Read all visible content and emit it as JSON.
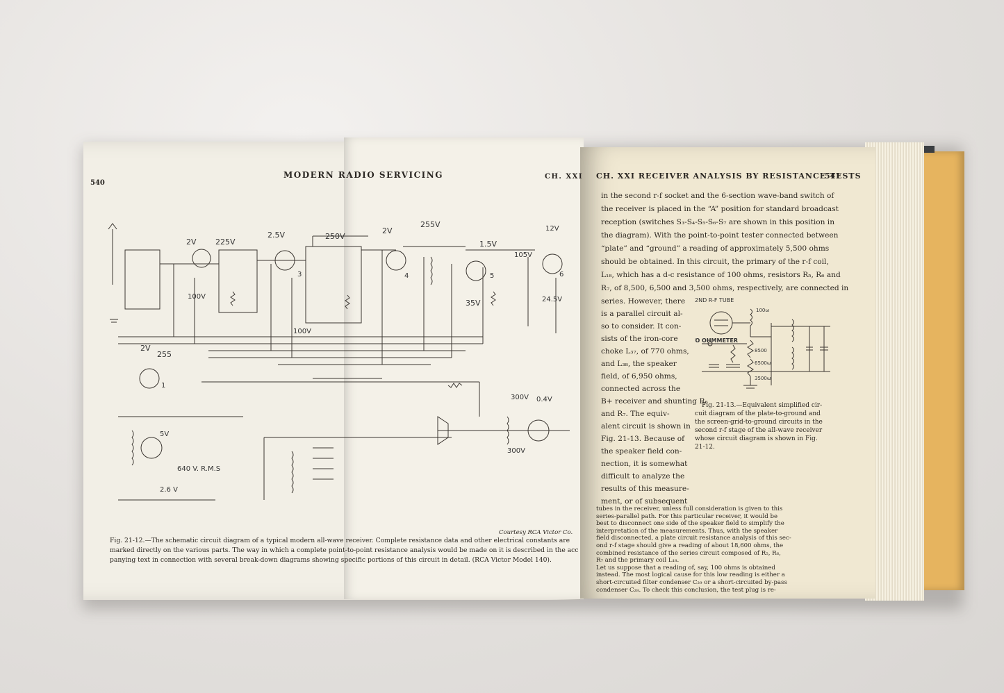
{
  "left_page": {
    "page_number": "540",
    "running_head": "MODERN RADIO SERVICING",
    "running_head_chapter": "CH. XXI",
    "figure_caption_lines": [
      "Fig. 21-12.—The schematic circuit diagram of a typical modern all-wave receiver.  Complete resistance data and other electrical constants are",
      "marked directly on the various parts.  The way in which a complete point-to-point resistance analysis would be made on it is described in the accom-",
      "panying text in connection with several break-down diagrams showing specific portions of this circuit in detail.  (RCA Victor Model 140)."
    ],
    "courtesy": "Courtesy RCA Victor Co.",
    "schematic_labels": [
      "2V",
      "225V",
      "2.5V",
      "250V",
      "2V",
      "255V",
      "1.5V",
      "105V",
      "12V",
      "35V",
      "100V",
      "100V",
      "24.5V",
      "2V",
      "255",
      "300V",
      "300V",
      "0.4V",
      "640 V. R.M.S",
      "2.6 V",
      "5V",
      "1",
      "3",
      "4",
      "5",
      "6"
    ]
  },
  "right_page": {
    "page_number": "541",
    "running_head": "CH. XXI  RECEIVER ANALYSIS BY RESISTANCE TESTS",
    "full_lines": [
      "in the second r-f socket and the 6-section wave-band switch of",
      "the receiver is placed in the “A” position for standard broadcast",
      "reception (switches S₃-S₄-S₅-S₆-S₇ are shown in this position in",
      "the diagram).  With the point-to-point tester connected between",
      "“plate” and “ground” a reading of approximately 5,500 ohms",
      "should be obtained.  In this circuit, the primary of the r-f coil,",
      "L₁₈, which has a d-c resistance of 100 ohms, resistors R₅, R₆ and",
      "R₇, of 8,500, 6,500 and 3,500 ohms, respectively, are connected in"
    ],
    "narrow_lines": [
      "series.  However, there",
      "is a parallel circuit al-",
      "so to consider.  It con-",
      "sists of the iron-core",
      "choke L₃₇, of 770 ohms,",
      "and L₃₈, the speaker",
      "field, of 6,950 ohms,",
      "connected across the",
      "B+ receiver and shunting R₆",
      "and R₇.  The equiv-",
      "alent circuit is shown in",
      "Fig. 21-13.  Because of",
      "the speaker field con-",
      "nection, it is somewhat",
      "difficult to analyze the",
      "results of this measure-",
      "ment, or of subsequent"
    ],
    "figure_13_caption": [
      "Fig. 21-13.—Equivalent simplified cir-",
      "cuit diagram of the plate-to-ground and",
      "the screen-grid-to-ground circuits in the",
      "second r-f stage of the all-wave receiver",
      "whose circuit diagram is shown in Fig.",
      "21-12."
    ],
    "figure_13_labels": [
      "2ND R-F TUBE",
      "TO OHMMETER",
      "8500",
      "6500ω",
      "3500ω",
      "100ω"
    ],
    "bottom_lines": [
      "tubes in the receiver, unless full consideration is given to this",
      "series-parallel path.  For this particular receiver, it would be",
      "best to disconnect one side of the speaker field to simplify the",
      "interpretation of the measurements.  Thus, with the speaker",
      "field disconnected, a plate circuit resistance analysis of this sec-",
      "ond r-f stage should give a reading of about 18,600 ohms, the",
      "combined resistance of the series circuit composed of R₅, R₆,",
      "R₇ and the primary coil L₁₈.",
      "    Let us suppose that a reading of, say, 100 ohms is obtained",
      "instead.  The most logical cause for this low reading is either a",
      "short-circuited filter condenser C₂₉ or a short-circuited by-pass",
      "condenser C₂₈.  To check this conclusion, the test plug is re-"
    ]
  }
}
